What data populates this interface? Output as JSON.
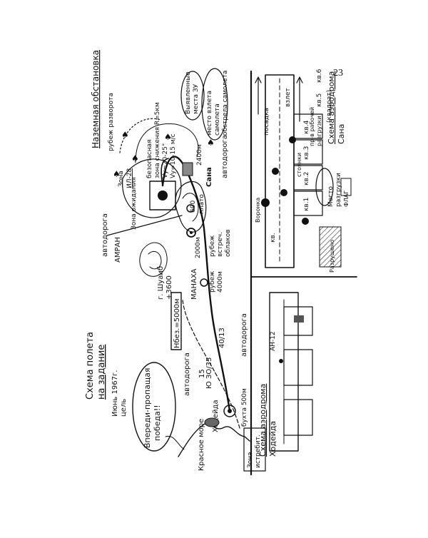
{
  "page_number": "23",
  "titles": {
    "flight_scheme_1": "Схема полета",
    "flight_scheme_2": "на задание",
    "date": "Июнь 1967г.",
    "target": "цель",
    "slogan_1": "Впереди-пропащая",
    "slogan_2": "победа!!",
    "ground_situation": "Наземная обстановка",
    "hodeida_airfield_1": "Схема аэродрома",
    "hodeida_airfield_2": "Ходейда",
    "sana_airfield_1": "Схема аэродрома",
    "sana_airfield_2": "Сана"
  },
  "map_labels": {
    "red_sea": "Красное море",
    "hodeida": "Ходейда",
    "bay": "бухта 500м",
    "autoroad_1": "автодорога",
    "autoroad_2": "автодорога",
    "autoroad_3": "автодорога",
    "autoroad_4": "автодорога",
    "h_safe": "Нбез.=5000м",
    "manakha": "МАНАХА",
    "rubezh_1": "рубеж",
    "rubezh_1_alt": "4000м",
    "height_2000": "2000м",
    "alt_600": "600",
    "alt_2400": "2400м",
    "sana_city": "Сана",
    "plateau": "плато",
    "rubezh_meet_1": "рубеж",
    "rubezh_meet_2": "встреч.",
    "rubezh_meet_3": "облаков",
    "mount_shuaib_1": "г. Шуаиб",
    "mount_shuaib_2": "+3600",
    "amran": "АМРАН",
    "hold_zone": "Зона ожидания",
    "zone_label": "Зона",
    "zone_code": "ИЛ-28",
    "turn_line": "рубеж разворота",
    "safe_1": "безопасная",
    "safe_2": "зона снижения R=5км",
    "safe_3": "Vy=20-25°",
    "safe_4": "Vy=10-15 м/с",
    "found_1": "Выявленные",
    "found_2": "места ЗУ",
    "takeoff_1": "место взлета",
    "takeoff_2": "самолета",
    "takeoff_3": "обстрела самолета",
    "speed_1": "Ю ЗО/35",
    "speed_2": "40/13",
    "speed_3": "15",
    "zone_1": "Зона",
    "zone_2": "истребит."
  },
  "hodeida_airfield": {
    "aircraft": "АН-12"
  },
  "sana_airfield": {
    "landing": "посадка",
    "takeoff": "взлет",
    "kv4": "кв.4",
    "kv3": "кв.3",
    "kv2": "кв.2",
    "kv1": "кв.1",
    "kv_left": "кв.",
    "kv5": "кв.5",
    "kv6": "кв.6",
    "kv_note": "(квадрат)",
    "parking": "стоянки",
    "tank_1": "Место",
    "tank_2": "разгрузки",
    "flag": "ФЛАГ",
    "obstacle": "Воронка",
    "cargo_1": "пр-в рабочей",
    "cargo_2": "разгрузки",
    "dispersal": "Разрушено"
  }
}
